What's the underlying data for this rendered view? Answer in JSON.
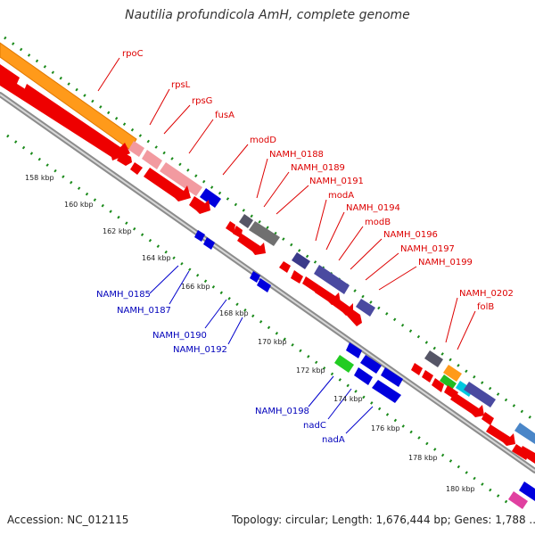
{
  "title": "Nautilia profundicola AmH, complete genome",
  "accession_text": "Accession: NC_012115",
  "topology_text": "Topology: circular; Length: 1,676,444 bp; Genes: 1,788 ...",
  "colors": {
    "forward_label": "#dd0000",
    "reverse_label": "#0000bb",
    "ruler_dots": "#1a8a1a",
    "backbone": "#888888"
  },
  "ruler_labels": [
    "158 kbp",
    "160 kbp",
    "162 kbp",
    "164 kbp",
    "166 kbp",
    "168 kbp",
    "170 kbp",
    "172 kbp",
    "174 kbp",
    "176 kbp",
    "178 kbp",
    "180 kbp"
  ],
  "forward_gene_labels": [
    "rpoC",
    "rpsL",
    "rpsG",
    "fusA",
    "modD",
    "NAMH_0188",
    "NAMH_0189",
    "NAMH_0191",
    "modA",
    "NAMH_0194",
    "modB",
    "NAMH_0196",
    "NAMH_0197",
    "NAMH_0199",
    "NAMH_0202",
    "folB"
  ],
  "reverse_gene_labels": [
    "NAMH_0185",
    "NAMH_0187",
    "NAMH_0190",
    "NAMH_0192",
    "NAMH_0198",
    "nadC",
    "nadA"
  ]
}
